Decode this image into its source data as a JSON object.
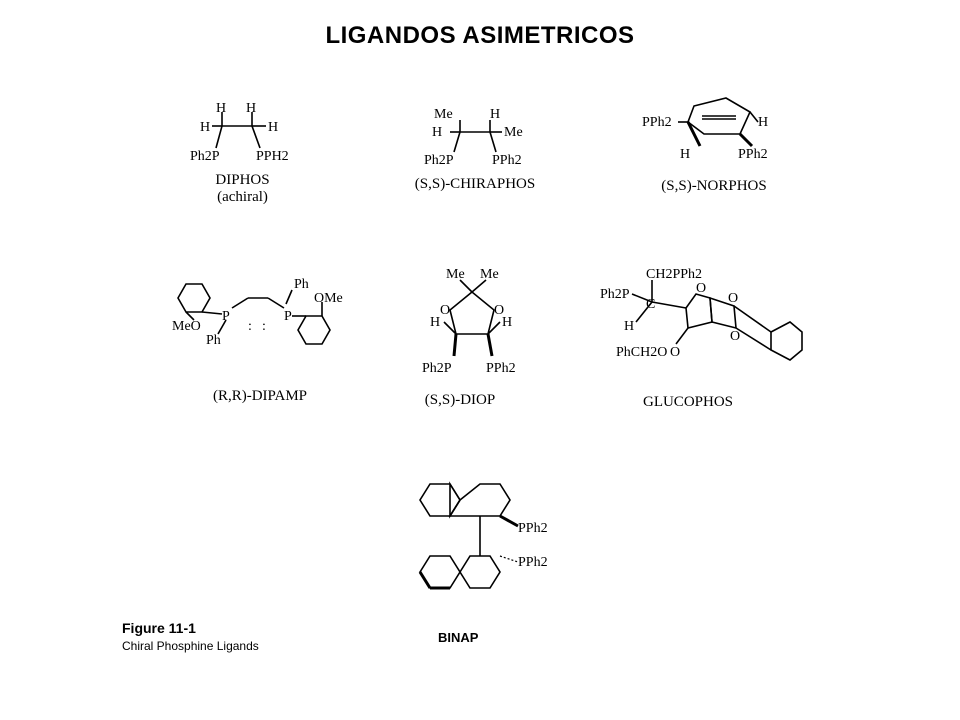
{
  "page_title": "LIGANDOS ASIMETRICOS",
  "ligands": [
    {
      "id": "diphos",
      "name": "DIPHOS",
      "note": "(achiral)",
      "atoms": [
        "H",
        "H",
        "H",
        "H",
        "Ph2P",
        "PPH2"
      ]
    },
    {
      "id": "chiraphos",
      "name": "(S,S)-CHIRAPHOS",
      "atoms": [
        "Me",
        "H",
        "H",
        "Me",
        "Ph2P",
        "PPh2"
      ]
    },
    {
      "id": "norphos",
      "name": "(S,S)-NORPHOS",
      "atoms": [
        "PPh2",
        "H",
        "H",
        "PPh2"
      ]
    },
    {
      "id": "dipamp",
      "name": "(R,R)-DIPAMP",
      "atoms": [
        "Ph",
        "OMe",
        "P",
        "P",
        "MeO",
        "Ph"
      ]
    },
    {
      "id": "diop",
      "name": "(S,S)-DIOP",
      "atoms": [
        "Me",
        "Me",
        "O",
        "O",
        "H",
        "H",
        "Ph2P",
        "PPh2"
      ]
    },
    {
      "id": "glucophos",
      "name": "GLUCOPHOS",
      "atoms": [
        "CH2PPh2",
        "Ph2P",
        "C",
        "H",
        "O",
        "O",
        "O",
        "PhCH2O",
        "O"
      ]
    },
    {
      "id": "binap",
      "name": "BINAP",
      "atoms": [
        "PPh2",
        "PPh2"
      ]
    }
  ],
  "figure": {
    "title": "Figure 11-1",
    "caption": "Chiral Phosphine Ligands"
  }
}
